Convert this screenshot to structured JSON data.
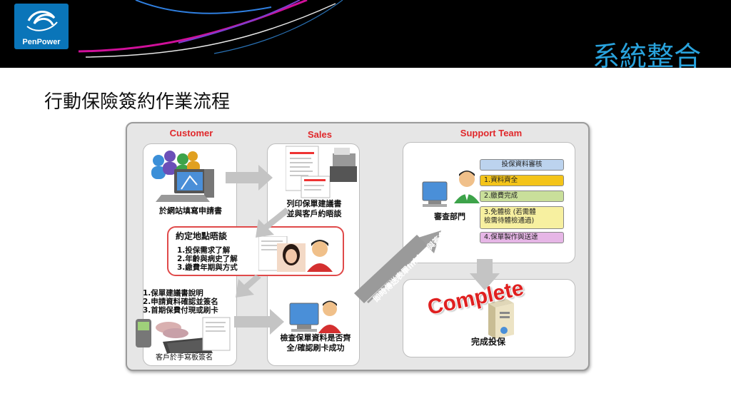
{
  "header": {
    "brand": "PenPower",
    "title": "系統整合"
  },
  "slide": {
    "subtitle": "行動保險簽約作業流程"
  },
  "diagram": {
    "lanes": {
      "customer": "Customer",
      "sales": "Sales",
      "support": "Support Team"
    },
    "customer_step": "於網站填寫申請書",
    "sales_print": [
      "列印保單建議書",
      "並與客戶約晤談"
    ],
    "meeting": {
      "title": "約定地點晤談",
      "items": [
        "1.投保需求了解",
        "2.年齡與病史了解",
        "3.繳費年期與方式"
      ]
    },
    "explain": [
      "1.保單建議書說明",
      "2.申請資料確認並簽名",
      "3.首期保費付現或刷卡"
    ],
    "tablet_sign": "客戶於手寫板簽名",
    "check": [
      "檢查保單資料是否齊",
      "全/確認刷卡成功"
    ],
    "transfer_arrow": "即時傳送表單Inking與簽名",
    "review_dept": "審查部門",
    "review_steps": [
      {
        "label": "投保資料審核",
        "color": "#bcd3ee"
      },
      {
        "label": "1.資料齊全",
        "color": "#f4c418"
      },
      {
        "label": "2.繳費完成",
        "color": "#c9df9a"
      },
      {
        "label": [
          "3.免體檢 (若需體",
          "檢需待體檢通過)"
        ],
        "color": "#f7f0a0"
      },
      {
        "label": "4.保單製作與送達",
        "color": "#e6b6e6"
      }
    ],
    "complete_stamp": "Complete",
    "complete_label": "完成投保"
  }
}
